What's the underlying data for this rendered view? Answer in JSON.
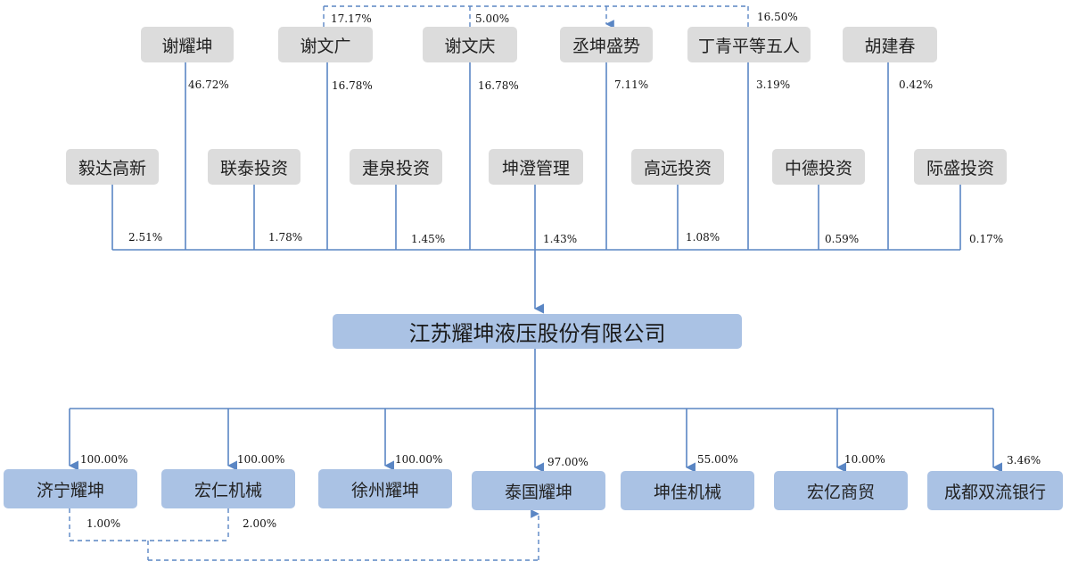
{
  "shareholders_top": [
    {
      "name": "谢耀坤",
      "pct": "46.72%"
    },
    {
      "name": "谢文广",
      "pct": "16.78%"
    },
    {
      "name": "谢文庆",
      "pct": "16.78%"
    },
    {
      "name": "丞坤盛势",
      "pct": "7.11%"
    },
    {
      "name": "丁青平等五人",
      "pct": "3.19%"
    },
    {
      "name": "胡建春",
      "pct": "0.42%"
    }
  ],
  "shareholders_mid": [
    {
      "name": "毅达高新",
      "pct": "2.51%"
    },
    {
      "name": "联泰投资",
      "pct": "1.78%"
    },
    {
      "name": "疌泉投资",
      "pct": "1.45%"
    },
    {
      "name": "坤澄管理",
      "pct": "1.43%"
    },
    {
      "name": "高远投资",
      "pct": "1.08%"
    },
    {
      "name": "中德投资",
      "pct": "0.59%"
    },
    {
      "name": "际盛投资",
      "pct": "0.17%"
    }
  ],
  "indirect_to_kunsheng": [
    {
      "from": "谢文广",
      "pct": "17.17%"
    },
    {
      "from": "谢文庆",
      "pct": "5.00%"
    },
    {
      "from": "丁青平等五人",
      "pct": "16.50%"
    }
  ],
  "company": {
    "name": "江苏耀坤液压股份有限公司"
  },
  "subsidiaries": [
    {
      "name": "济宁耀坤",
      "pct": "100.00%"
    },
    {
      "name": "宏仁机械",
      "pct": "100.00%"
    },
    {
      "name": "徐州耀坤",
      "pct": "100.00%"
    },
    {
      "name": "泰国耀坤",
      "pct": "97.00%"
    },
    {
      "name": "坤佳机械",
      "pct": "55.00%"
    },
    {
      "name": "宏亿商贸",
      "pct": "10.00%"
    },
    {
      "name": "成都双流银行",
      "pct": "3.46%"
    }
  ],
  "cross_holdings_to_thailand": [
    {
      "from": "济宁耀坤",
      "pct": "1.00%"
    },
    {
      "from": "宏仁机械",
      "pct": "2.00%"
    }
  ],
  "colors": {
    "line": "#5a86c4",
    "box_gray": "#dcdcdc",
    "box_blue": "#aac2e4"
  }
}
